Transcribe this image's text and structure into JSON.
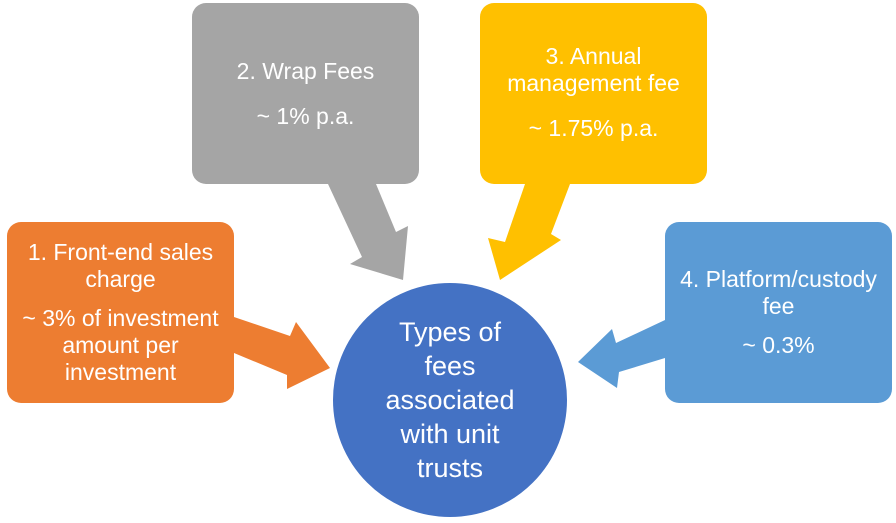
{
  "colors": {
    "orange": "#ED7D31",
    "gray": "#A5A5A5",
    "gold": "#FFC000",
    "light_blue": "#5B9BD5",
    "center_blue": "#4472C4",
    "circle_border": "#ffffff"
  },
  "center": {
    "label": "Types of fees associated with unit trusts"
  },
  "fees": [
    {
      "title": "1. Front-end sales charge",
      "value": "~ 3% of investment amount per investment"
    },
    {
      "title": "2. Wrap Fees",
      "value": "~ 1% p.a."
    },
    {
      "title": "3. Annual management fee",
      "value": "~ 1.75% p.a."
    },
    {
      "title": "4. Platform/custody fee",
      "value": "~ 0.3%"
    }
  ]
}
